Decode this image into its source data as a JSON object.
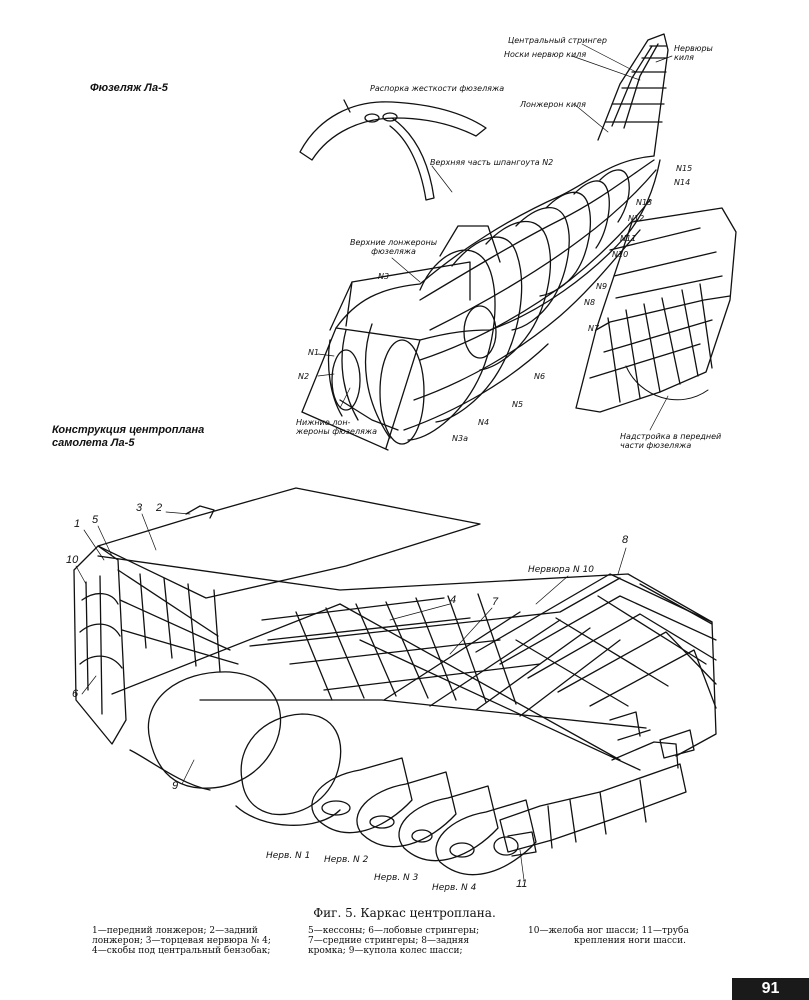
{
  "headings": {
    "fuselage": "Фюзеляж Ла-5",
    "centerplane_line1": "Конструкция центроплана",
    "centerplane_line2": "самолета Ла-5"
  },
  "fuselage_labels": {
    "central_stringer": "Центральный стрингер",
    "fin_rib_noses": "Носки нервюр киля",
    "fin_ribs_line1": "Нервюры",
    "fin_ribs_line2": "киля",
    "stiffening_strut": "Распорка жесткости фюзеляжа",
    "fin_spar": "Лонжерон киля",
    "frame2_top": "Верхняя часть шпангоута N2",
    "upper_longerons_line1": "Верхние лонжероны",
    "upper_longerons_line2": "фюзеляжа",
    "lower_longerons_line1": "Нижние лон-",
    "lower_longerons_line2": "жероны фюзеляжа",
    "superstructure_line1": "Надстройка в передней",
    "superstructure_line2": "части фюзеляжа",
    "frames": [
      "N1",
      "N2",
      "N3",
      "N3a",
      "N4",
      "N5",
      "N6",
      "N7",
      "N8",
      "N9",
      "N10",
      "N11",
      "N12",
      "N13",
      "N14",
      "N15"
    ]
  },
  "centerplane_labels": {
    "callouts": [
      "1",
      "5",
      "3",
      "2",
      "10",
      "6",
      "8",
      "4",
      "7",
      "9",
      "11"
    ],
    "rib10": "Нервюра N 10",
    "rib1": "Нерв. N 1",
    "rib2": "Нерв. N 2",
    "rib3": "Нерв. N 3",
    "rib4": "Нерв. N 4"
  },
  "caption": "Фиг. 5. Каркас центроплана.",
  "legend": {
    "col1": [
      "1—передний лонжерон; 2—задний",
      "лонжерон; 3—торцевая нервюра № 4;",
      "4—скобы под центральный бензобак;"
    ],
    "col2": [
      "5—кессоны; 6—лобовые стрингеры;",
      "7—средние стрингеры; 8—задняя",
      "кромка; 9—купола колес шасси;"
    ],
    "col3": [
      "10—желоба ног шасси; 11—труба",
      "крепления ноги шасси."
    ]
  },
  "page_number": "91"
}
